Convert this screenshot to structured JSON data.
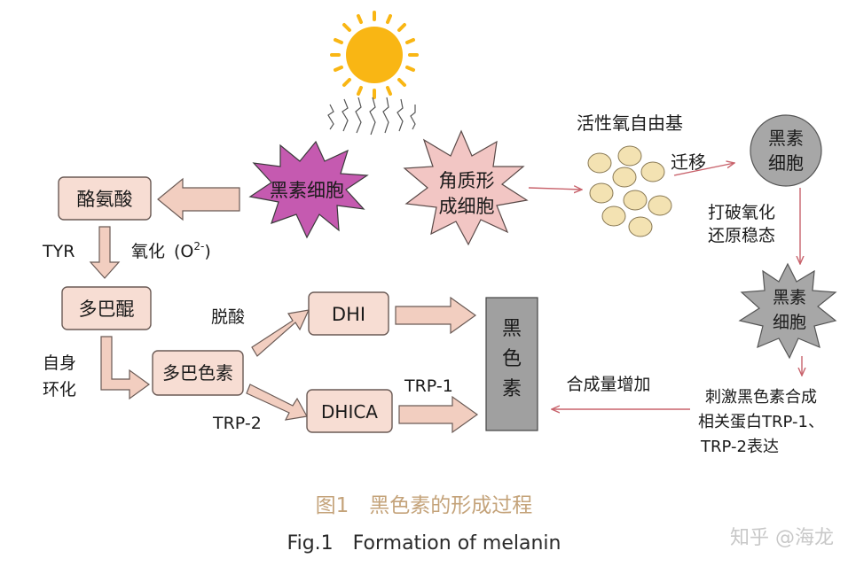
{
  "nodes": {
    "melanocyte_left": "黑素细胞",
    "keratinocyte_line1": "角质形",
    "keratinocyte_line2": "成细胞",
    "ros": "活性氧自由基",
    "migrate": "迁移",
    "melanocyte_gray_top_1": "黑素",
    "melanocyte_gray_top_2": "细胞",
    "break_redox_1": "打破氧化",
    "break_redox_2": "还原稳态",
    "melanocyte_gray_mid_1": "黑素",
    "melanocyte_gray_mid_2": "细胞",
    "stimulate_1": "刺激黑色素合成",
    "stimulate_2": "相关蛋白TRP-1、",
    "stimulate_3": "TRP-2表达",
    "tyrosine": "酪氨酸",
    "tyr": "TYR",
    "oxidation": "氧化",
    "o2_base": "(O",
    "o2_sup": "2-",
    "o2_close": ")",
    "dopaquinone": "多巴醌",
    "decarboxylation": "脱酸",
    "self_cyclization_1": "自身",
    "self_cyclization_2": "环化",
    "dopachrome": "多巴色素",
    "dhi": "DHI",
    "dhica": "DHICA",
    "trp2": "TRP-2",
    "trp1": "TRP-1",
    "melanin_1": "黑",
    "melanin_2": "色",
    "melanin_3": "素",
    "synthesis_increase": "合成量增加"
  },
  "caption": {
    "cn": "图1　黑色素的形成过程",
    "en": "Fig.1　Formation of melanin"
  },
  "watermark": "知乎 @海龙",
  "colors": {
    "box_fill": "#f7ddd3",
    "box_stroke": "#6a5a55",
    "arrow_fill": "#f2cec0",
    "star_purple": "#c55ab0",
    "star_pink": "#f2c6c4",
    "star_gray": "#a7a7a7",
    "cell_dot": "#f3e2b2",
    "melanin_bar": "#a0a0a0",
    "sun": "#f9b614",
    "red_arrow": "#c8626b"
  }
}
